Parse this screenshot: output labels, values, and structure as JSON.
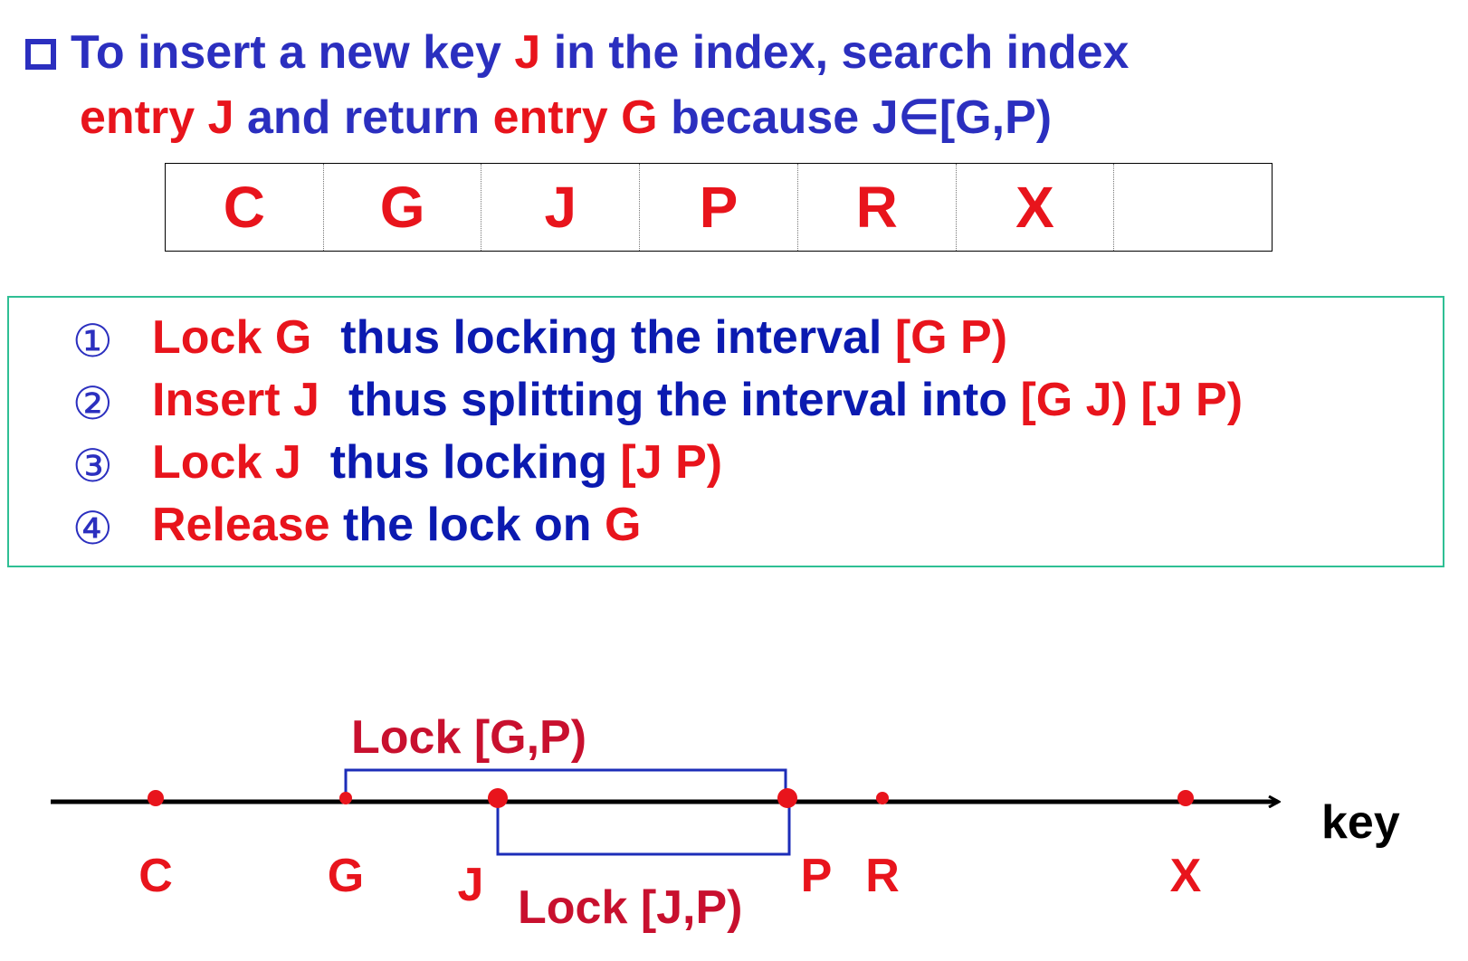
{
  "title": {
    "line1": [
      {
        "t": "To insert a new key ",
        "c": "blue"
      },
      {
        "t": "J",
        "c": "red"
      },
      {
        "t": " in the index, search index",
        "c": "blue"
      }
    ],
    "line2": [
      {
        "t": "entry J",
        "c": "red"
      },
      {
        "t": " and return ",
        "c": "blue"
      },
      {
        "t": "entry G",
        "c": "red"
      },
      {
        "t": " because J∈[G,P)",
        "c": "blue"
      }
    ]
  },
  "index_cells": [
    "C",
    "G",
    "J",
    "P",
    "R",
    "X",
    ""
  ],
  "steps": [
    {
      "num": "①",
      "parts": [
        {
          "t": "Lock G",
          "c": "red"
        },
        {
          "t": "gap"
        },
        {
          "t": "thus locking the interval ",
          "c": "navy"
        },
        {
          "t": "[G P)",
          "c": "red"
        }
      ]
    },
    {
      "num": "②",
      "parts": [
        {
          "t": "Insert J",
          "c": "red"
        },
        {
          "t": "gap"
        },
        {
          "t": "thus splitting the interval into ",
          "c": "navy"
        },
        {
          "t": "[G J)  [J P)",
          "c": "red"
        }
      ]
    },
    {
      "num": "③",
      "parts": [
        {
          "t": "Lock J",
          "c": "red"
        },
        {
          "t": "gap"
        },
        {
          "t": "thus locking ",
          "c": "navy"
        },
        {
          "t": "[J P)",
          "c": "red"
        }
      ]
    },
    {
      "num": "④",
      "parts": [
        {
          "t": "Release",
          "c": "red"
        },
        {
          "t": " the lock on ",
          "c": "navy"
        },
        {
          "t": "G",
          "c": "red"
        }
      ]
    }
  ],
  "axis": {
    "label": "key",
    "keys": [
      {
        "name": "C",
        "dot_size": "normal"
      },
      {
        "name": "G",
        "dot_size": "small"
      },
      {
        "name": "J",
        "dot_size": "large"
      },
      {
        "name": "P",
        "dot_size": "large"
      },
      {
        "name": "R",
        "dot_size": "small"
      },
      {
        "name": "X",
        "dot_size": "normal"
      }
    ],
    "lock_upper": {
      "label": "Lock [G,P)",
      "from": "G",
      "to": "P"
    },
    "lock_lower": {
      "label": "Lock [J,P)",
      "from": "J",
      "to": "P"
    },
    "colors": {
      "axis": "#000000",
      "dot": "#e8141c",
      "bracket": "#1c2db8",
      "lock_label": "#c8102e",
      "key_label": "#e8141c"
    }
  }
}
